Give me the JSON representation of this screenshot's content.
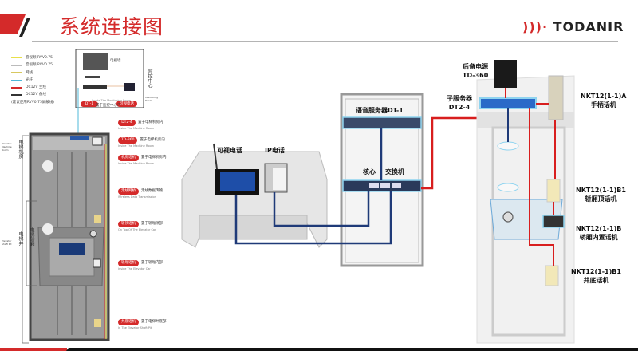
{
  "header": {
    "title": "系统连接图",
    "logo": "TODANIR"
  },
  "legend": [
    {
      "label": "音视频 RVV0.75",
      "color": "#e8e04a"
    },
    {
      "label": "音视频 RVV0.75",
      "color": "#bbbbbb"
    },
    {
      "label": "网线",
      "color": "#d8c860"
    },
    {
      "label": "光纤",
      "color": "#4fb8d8"
    },
    {
      "label": "DC12V 主线",
      "color": "#d42a2a"
    },
    {
      "label": "DC12V 备线",
      "color": "#333333"
    }
  ],
  "legend_note": "(建议使用RVV0.75屏蔽线)",
  "monitor_room": {
    "label": "监控中心",
    "en": "Monitoring Room",
    "screen": "电视墙",
    "dt1": "DT-1",
    "phone": "可视电话",
    "caption_en": "Inside The Monitoring Room",
    "caption": "置于监控中心内"
  },
  "shaft_labels": {
    "machine_room": "电梯机房",
    "shaft": "电梯井",
    "car": "电梯轿厢",
    "machine_room_en": "Elevator Machine Room",
    "shaft_en": "Elevator Shaft Pit"
  },
  "side_items": [
    {
      "tag": "DT2-4",
      "desc": "置于电梯机房内",
      "en": "Inside The Machine Room"
    },
    {
      "tag": "TD-360",
      "desc": "置于电梯机房内",
      "en": "Inside The Machine Room"
    },
    {
      "tag": "机房话机",
      "desc": "置于电梯机房内",
      "en": "Inside The Machine Room"
    },
    {
      "tag": "无线网桥",
      "desc": "无线数据传输",
      "en": "Wireless Data Transmission"
    },
    {
      "tag": "轿顶话机",
      "desc": "置于轿厢顶部",
      "en": "On Top Of The Elevator Car"
    },
    {
      "tag": "轿厢话机",
      "desc": "置于轿厢内部",
      "en": "Inside The Elevator Car"
    },
    {
      "tag": "井底话机",
      "desc": "置于电梯井底部",
      "en": "In The Elevator Shaft Pit"
    }
  ],
  "center": {
    "video_phone": "可视电话",
    "ip_phone": "IP电话",
    "voice_server": "语音服务器DT-1",
    "core_switch_1": "核心",
    "core_switch_2": "交换机"
  },
  "right": {
    "backup_power": {
      "name": "后备电源",
      "model": "TD-360"
    },
    "sub_server": {
      "name": "子服务器",
      "model": "DT2-4"
    },
    "handset": {
      "model": "NKT12(1-1)A",
      "name": "手柄话机"
    },
    "car_top": {
      "model": "NKT12(1-1)B1",
      "name": "轿厢顶话机"
    },
    "car_inner": {
      "model": "NKT12(1-1)B",
      "name": "轿厢内置话机"
    },
    "pit": {
      "model": "NKT12(1-1)B1",
      "name": "井底话机"
    }
  },
  "colors": {
    "accent": "#d42a2a",
    "cable_blue": "#1f3a78",
    "cable_red": "#d81e1e"
  }
}
